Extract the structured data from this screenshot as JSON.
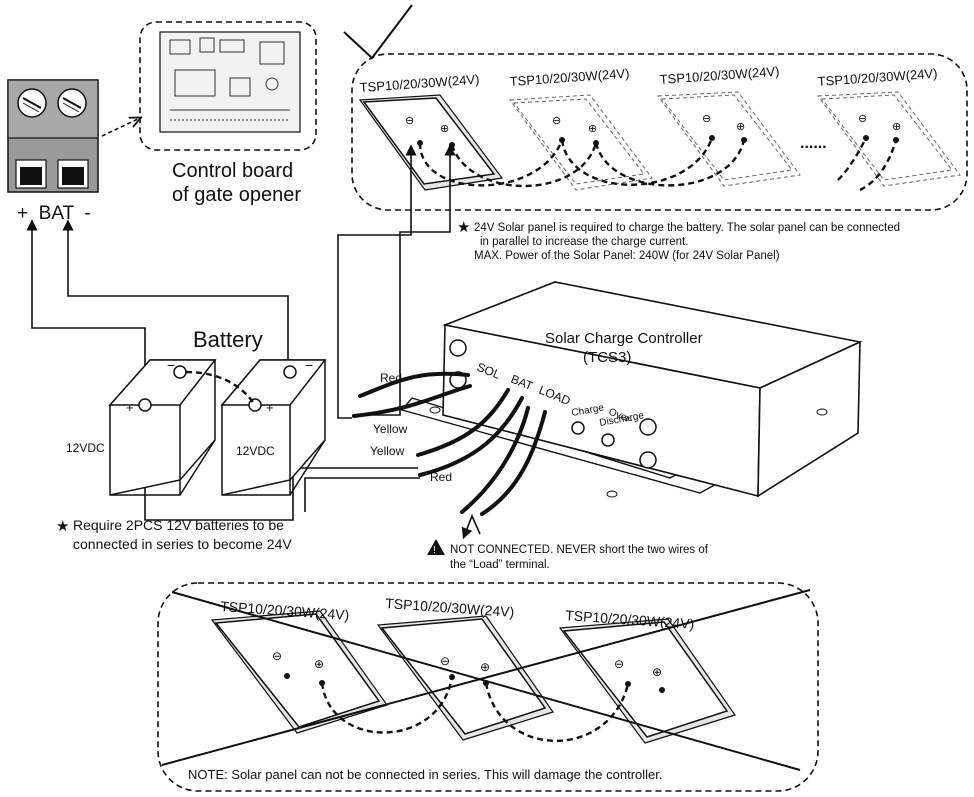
{
  "board": {
    "title_line1": "Control board",
    "title_line2": "of gate opener",
    "terminal_label": "+  BAT  -"
  },
  "panels_top": {
    "labels": [
      "TSP10/20/30W(24V)",
      "TSP10/20/30W(24V)",
      "TSP10/20/30W(24V)",
      "TSP10/20/30W(24V)"
    ],
    "ellipsis": "......"
  },
  "notes": {
    "solar_note_line1": "24V Solar panel is required to charge the battery. The solar panel can be connected",
    "solar_note_line2": "in parallel to increase the charge current.",
    "solar_note_line3": "MAX. Power of the Solar Panel: 240W (for 24V Solar Panel)",
    "battery_note_line1": "Require 2PCS 12V batteries to be",
    "battery_note_line2": "connected in series to become 24V",
    "load_note_line1": "NOT CONNECTED. NEVER short the two wires of",
    "load_note_line2": "the “Load” terminal.",
    "series_note": "NOTE: Solar panel can not be connected in series. This will damage the controller."
  },
  "battery": {
    "title": "Battery",
    "cell_label_1": "12VDC",
    "cell_label_2": "12VDC"
  },
  "controller": {
    "title_line1": "Solar Charge Controller",
    "title_line2": "(TCS3)",
    "port_sol": "SOL",
    "port_bat": "BAT",
    "port_load": "LOAD",
    "led_charge": "Charge",
    "led_over_1": "Over-",
    "led_over_2": "Discharge"
  },
  "wires": {
    "red_top": "Red",
    "yellow_top": "Yellow",
    "yellow_bottom": "Yellow",
    "red_bottom": "Red"
  },
  "panels_bottom": {
    "labels": [
      "TSP10/20/30W(24V)",
      "TSP10/20/30W(24V)",
      "TSP10/20/30W(24V)"
    ]
  }
}
